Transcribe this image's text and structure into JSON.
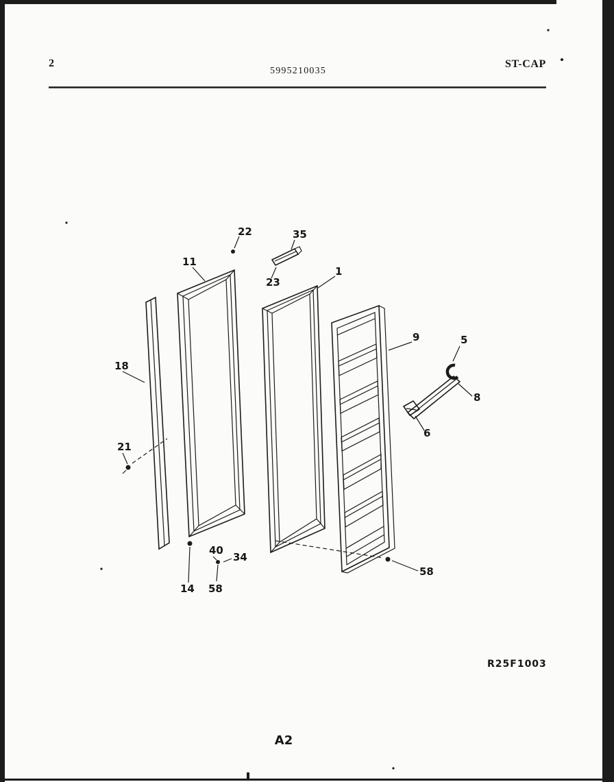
{
  "header": {
    "page_number": "2",
    "document_number": "5995210035",
    "section_code": "ST-CAP"
  },
  "footer": {
    "figure_code": "R25F1003",
    "page_code": "A2"
  },
  "colors": {
    "paper": "#fbfbf9",
    "ink": "#1c1c1c"
  },
  "callouts": [
    {
      "text": "22"
    },
    {
      "text": "35"
    },
    {
      "text": "11"
    },
    {
      "text": "23"
    },
    {
      "text": "1"
    },
    {
      "text": "9"
    },
    {
      "text": "5"
    },
    {
      "text": "18"
    },
    {
      "text": "8"
    },
    {
      "text": "6"
    },
    {
      "text": "21"
    },
    {
      "text": "14"
    },
    {
      "text": "40"
    },
    {
      "text": "34"
    },
    {
      "text": "58"
    },
    {
      "text": "58"
    }
  ]
}
